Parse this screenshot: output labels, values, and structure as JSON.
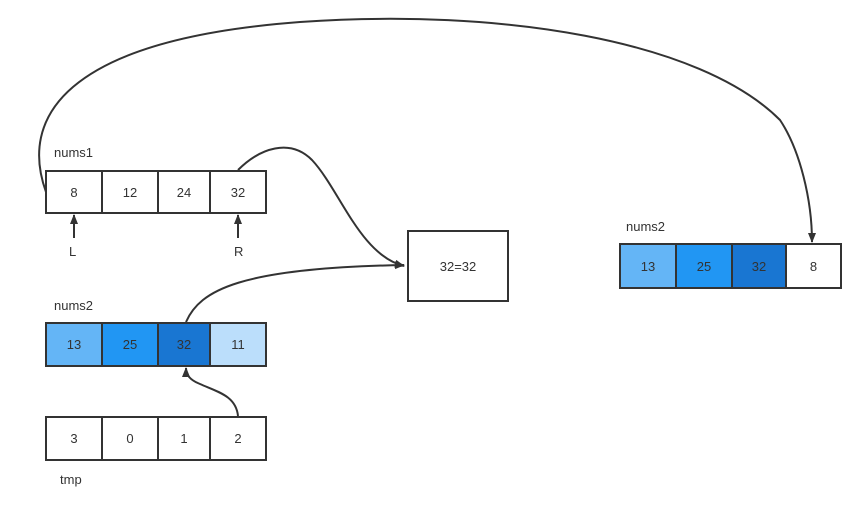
{
  "nums1": {
    "label": "nums1",
    "cells": [
      {
        "value": "8"
      },
      {
        "value": "12"
      },
      {
        "value": "24"
      },
      {
        "value": "32"
      }
    ],
    "pointer_left": "L",
    "pointer_right": "R"
  },
  "nums2_left": {
    "label": "nums2",
    "cells": [
      {
        "value": "13",
        "color": "#64B5F6"
      },
      {
        "value": "25",
        "color": "#2196F3"
      },
      {
        "value": "32",
        "color": "#1976D2"
      },
      {
        "value": "11",
        "color": "#BBDEFB"
      }
    ]
  },
  "tmp": {
    "label": "tmp",
    "cells": [
      {
        "value": "3"
      },
      {
        "value": "0"
      },
      {
        "value": "1"
      },
      {
        "value": "2"
      }
    ]
  },
  "compare": {
    "text": "32=32"
  },
  "nums2_right": {
    "label": "nums2",
    "cells": [
      {
        "value": "13",
        "color": "#64B5F6"
      },
      {
        "value": "25",
        "color": "#2196F3"
      },
      {
        "value": "32",
        "color": "#1976D2"
      },
      {
        "value": "8",
        "color": "#FFFFFF"
      }
    ]
  }
}
